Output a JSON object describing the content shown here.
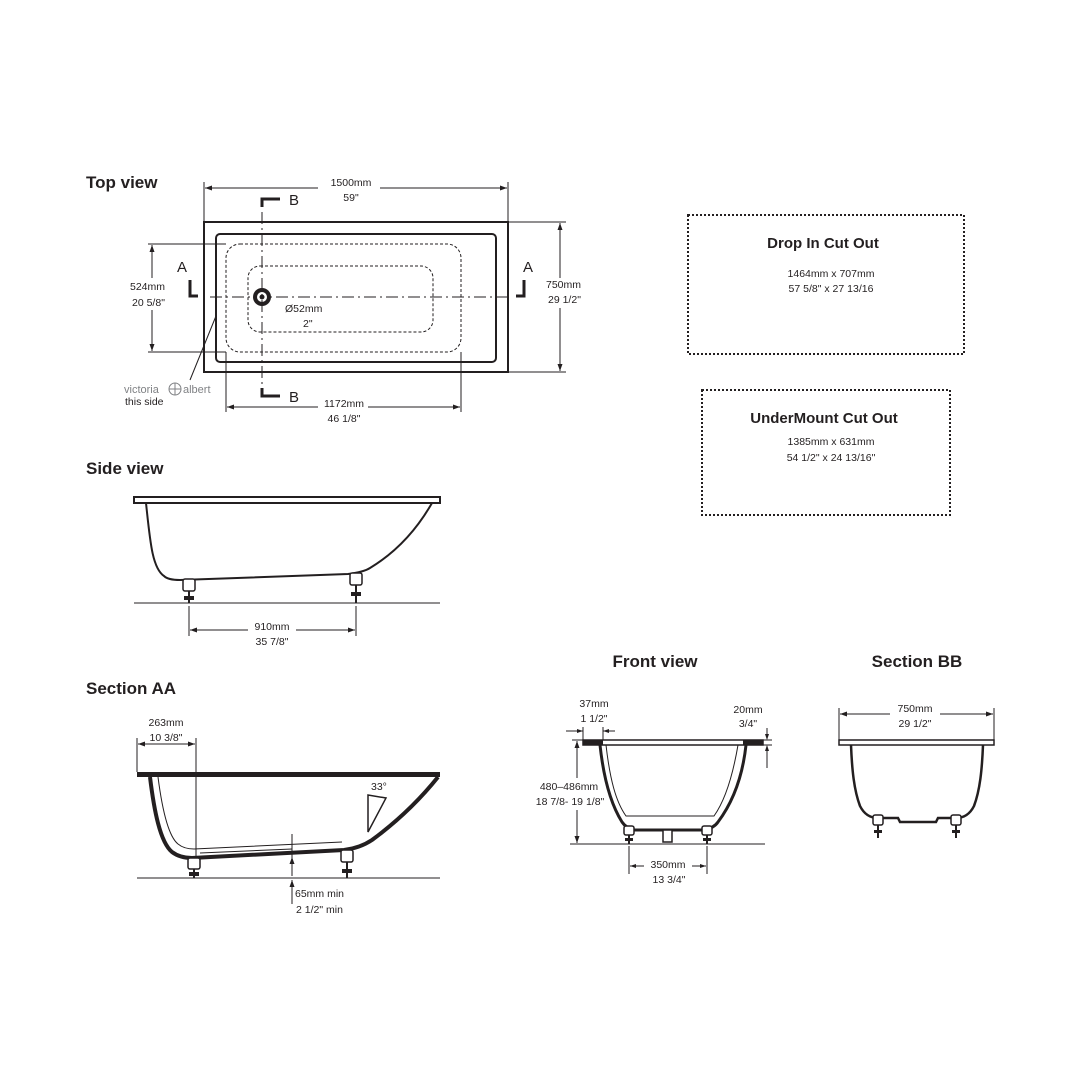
{
  "views": {
    "top_view": "Top view",
    "side_view": "Side view",
    "section_aa": "Section AA",
    "front_view": "Front view",
    "section_bb": "Section BB"
  },
  "top_view": {
    "width_mm": "1500mm",
    "width_in": "59\"",
    "depth_mm": "750mm",
    "depth_in": "29 1/2\"",
    "inner_width_mm": "524mm",
    "inner_width_in": "20 5/8\"",
    "inner_length_mm": "1172mm",
    "inner_length_in": "46 1/8\"",
    "waste_mm": "Ø52mm",
    "waste_in": "2\"",
    "section_a": "A",
    "section_b": "B",
    "brand_left": "victoria",
    "brand_right": "albert",
    "brand_side": "this side"
  },
  "cut_outs": {
    "drop_in": {
      "title": "Drop In Cut Out",
      "mm": "1464mm x 707mm",
      "in": "57 5/8\" x 27 13/16"
    },
    "undermount": {
      "title": "UnderMount Cut Out",
      "mm": "1385mm x 631mm",
      "in": "54 1/2\" x 24 13/16\""
    }
  },
  "side_view": {
    "feet_mm": "910mm",
    "feet_in": "35 7/8\""
  },
  "section_aa": {
    "offset_mm": "263mm",
    "offset_in": "10 3/8\"",
    "angle": "33°",
    "clearance_mm": "65mm min",
    "clearance_in": "2 1/2\" min"
  },
  "front_view": {
    "rim_mm": "37mm",
    "rim_in": "1 1/2\"",
    "lip_mm": "20mm",
    "lip_in": "3/4\"",
    "height_mm": "480–486mm",
    "height_in": "18 7/8- 19 1/8\"",
    "feet_mm": "350mm",
    "feet_in": "13 3/4\""
  },
  "section_bb": {
    "width_mm": "750mm",
    "width_in": "29 1/2\""
  }
}
